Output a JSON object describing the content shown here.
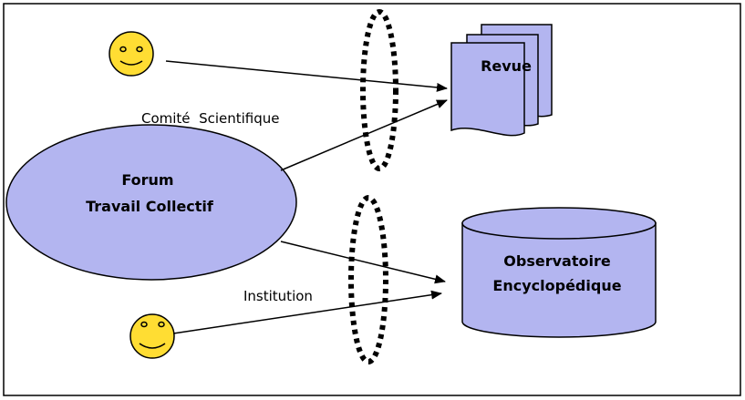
{
  "diagram": {
    "forum": {
      "line1": "Forum",
      "line2": "Travail Collectif"
    },
    "revue": {
      "label": "Revue"
    },
    "observatoire": {
      "line1": "Observatoire",
      "line2": "Encyclopédique"
    },
    "labels": {
      "comite": "Comité  Scientifique",
      "institution": "Institution"
    }
  },
  "colors": {
    "shape_fill": "#b3b5f0",
    "smiley_fill": "#ffdd33",
    "stroke": "#000000"
  }
}
